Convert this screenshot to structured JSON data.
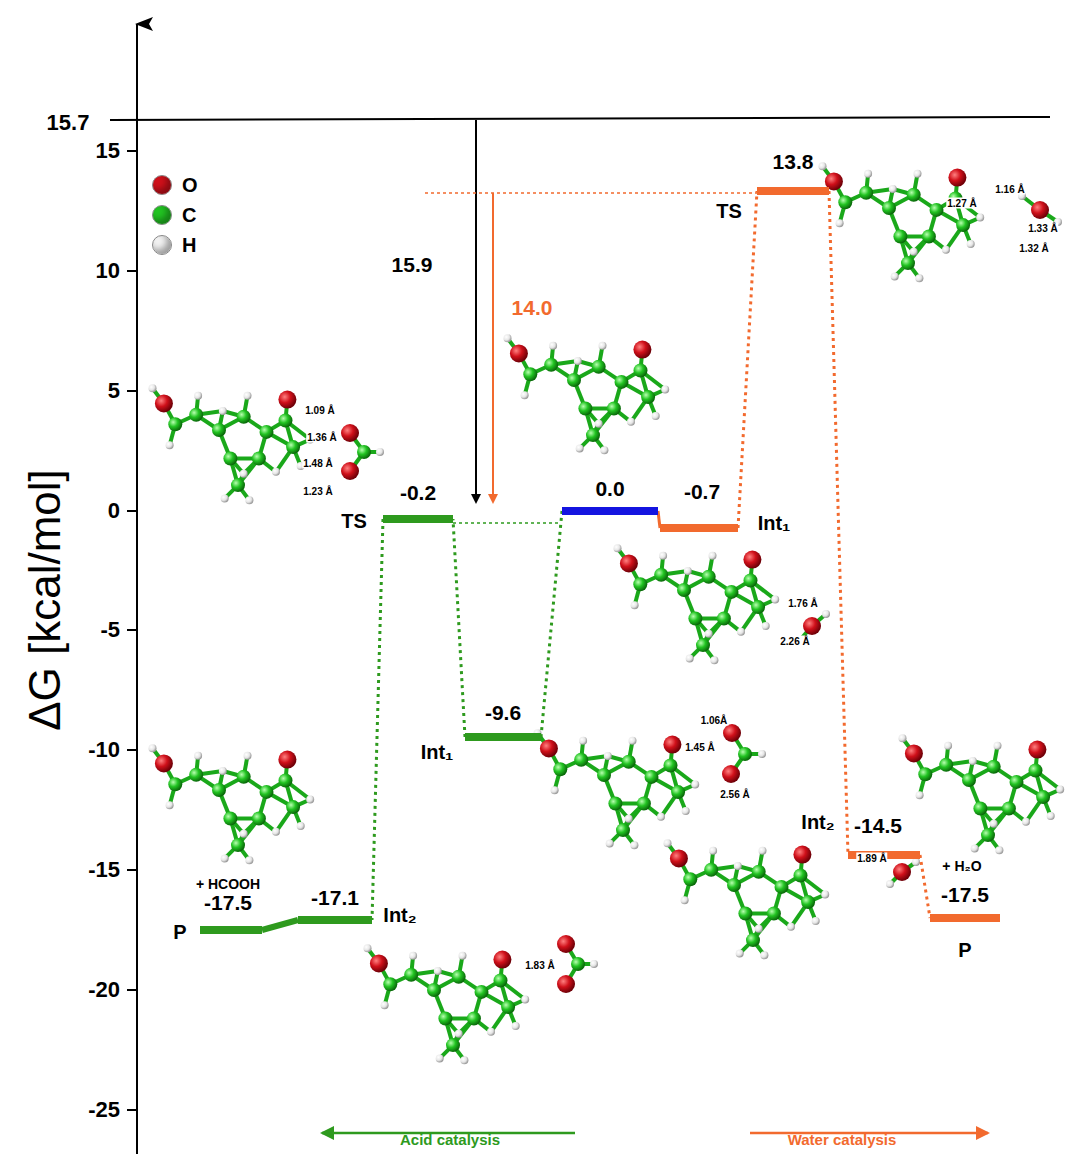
{
  "diagram": {
    "nodes": [
      {
        "text": [
          "-17.5",
          "P"
        ]
      },
      {
        "text": [
          "-17.1",
          "Int₂"
        ]
      },
      {
        "text": [
          "-0.2",
          "TS"
        ]
      },
      {
        "text": [
          "-9.6",
          "Int₁"
        ]
      },
      {
        "text": [
          "0.0"
        ]
      },
      {
        "text": [
          "-0.7",
          "Int₁"
        ]
      },
      {
        "text": [
          "13.8",
          "TS"
        ]
      },
      {
        "text": [
          "-14.5",
          "Int₂"
        ]
      },
      {
        "text": [
          "-17.5",
          "P"
        ]
      }
    ],
    "edges": [
      {
        "from": 4,
        "to": 3,
        "arrow": "none"
      },
      {
        "from": 3,
        "to": 2,
        "arrow": "none"
      },
      {
        "from": 2,
        "to": 1,
        "arrow": "none"
      },
      {
        "from": 1,
        "to": 0,
        "arrow": "none"
      },
      {
        "from": 4,
        "to": 5,
        "arrow": "none"
      },
      {
        "from": 5,
        "to": 6,
        "arrow": "none"
      },
      {
        "from": 6,
        "to": 7,
        "arrow": "none"
      },
      {
        "from": 7,
        "to": 8,
        "arrow": "none"
      }
    ],
    "labels": [
      "15",
      "10",
      "5",
      "0",
      "-5",
      "-10",
      "-15",
      "-20",
      "-25",
      "15.7",
      "ΔG [kcal/mol]",
      "15.9",
      "14.0",
      "1.09 Å",
      "1.36 Å",
      "1.48 Å",
      "1.23 Å",
      "1.06Å",
      "1.45 Å",
      "2.56 Å",
      "1.83 Å",
      "1.76 Å",
      "2.26 Å",
      "1.16 Å",
      "1.27 Å",
      "1.33 Å",
      "1.32 Å",
      "1.89 Å",
      "+ HCOOH",
      "+ H₂O",
      "Acid catalysis",
      "Water catalysis"
    ],
    "legend": [
      {
        "text": "O",
        "color": "#d0101a"
      },
      {
        "text": "C",
        "color": "#22c422"
      },
      {
        "text": "H",
        "color": "#f2f2f2"
      }
    ]
  }
}
